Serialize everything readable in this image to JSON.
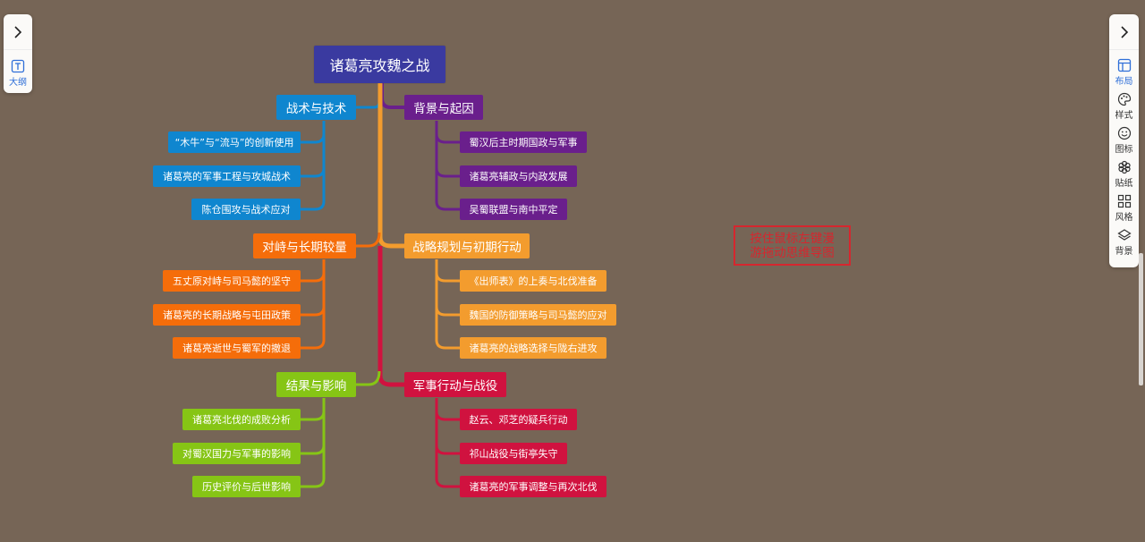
{
  "left_panel": {
    "toggle_icon": "chevron-right-icon",
    "tools": [
      {
        "label": "大纲",
        "icon": "outline-text-icon",
        "active": true
      }
    ]
  },
  "right_panel": {
    "toggle_icon": "chevron-right-icon",
    "tools": [
      {
        "label": "布局",
        "icon": "layout-icon",
        "active": true
      },
      {
        "label": "样式",
        "icon": "palette-icon",
        "active": false
      },
      {
        "label": "图标",
        "icon": "smiley-icon",
        "active": false
      },
      {
        "label": "贴纸",
        "icon": "sticker-flower-icon",
        "active": false
      },
      {
        "label": "风格",
        "icon": "grid-style-icon",
        "active": false
      },
      {
        "label": "背景",
        "icon": "layers-icon",
        "active": false
      }
    ]
  },
  "hint": {
    "line1": "按住鼠标左键漫",
    "line2": "游拖动思维导图",
    "color": "#d6262e"
  },
  "colors": {
    "background": "#766556",
    "root": "#3a3aa0",
    "blue": "#0f86cf",
    "purple": "#6a1f8c",
    "orange": "#f56d0a",
    "amber": "#f39c2e",
    "green": "#86c515",
    "red": "#d0123f"
  },
  "mindmap": {
    "root": "诸葛亮攻魏之战",
    "branches": [
      {
        "title": "战术与技术",
        "color": "#0f86cf",
        "children": [
          "“木牛”与“流马”的创新使用",
          "诸葛亮的军事工程与攻城战术",
          "陈仓围攻与战术应对"
        ]
      },
      {
        "title": "背景与起因",
        "color": "#6a1f8c",
        "children": [
          "蜀汉后主时期国政与军事",
          "诸葛亮辅政与内政发展",
          "吴蜀联盟与南中平定"
        ]
      },
      {
        "title": "对峙与长期较量",
        "color": "#f56d0a",
        "children": [
          "五丈原对峙与司马懿的坚守",
          "诸葛亮的长期战略与屯田政策",
          "诸葛亮逝世与蜀军的撤退"
        ]
      },
      {
        "title": "战略规划与初期行动",
        "color": "#f39c2e",
        "children": [
          "《出师表》的上奏与北伐准备",
          "魏国的防御策略与司马懿的应对",
          "诸葛亮的战略选择与陇右进攻"
        ]
      },
      {
        "title": "结果与影响",
        "color": "#86c515",
        "children": [
          "诸葛亮北伐的成败分析",
          "对蜀汉国力与军事的影响",
          "历史评价与后世影响"
        ]
      },
      {
        "title": "军事行动与战役",
        "color": "#d0123f",
        "children": [
          "赵云、邓芝的疑兵行动",
          "祁山战役与街亭失守",
          "诸葛亮的军事调整与再次北伐"
        ]
      }
    ]
  }
}
